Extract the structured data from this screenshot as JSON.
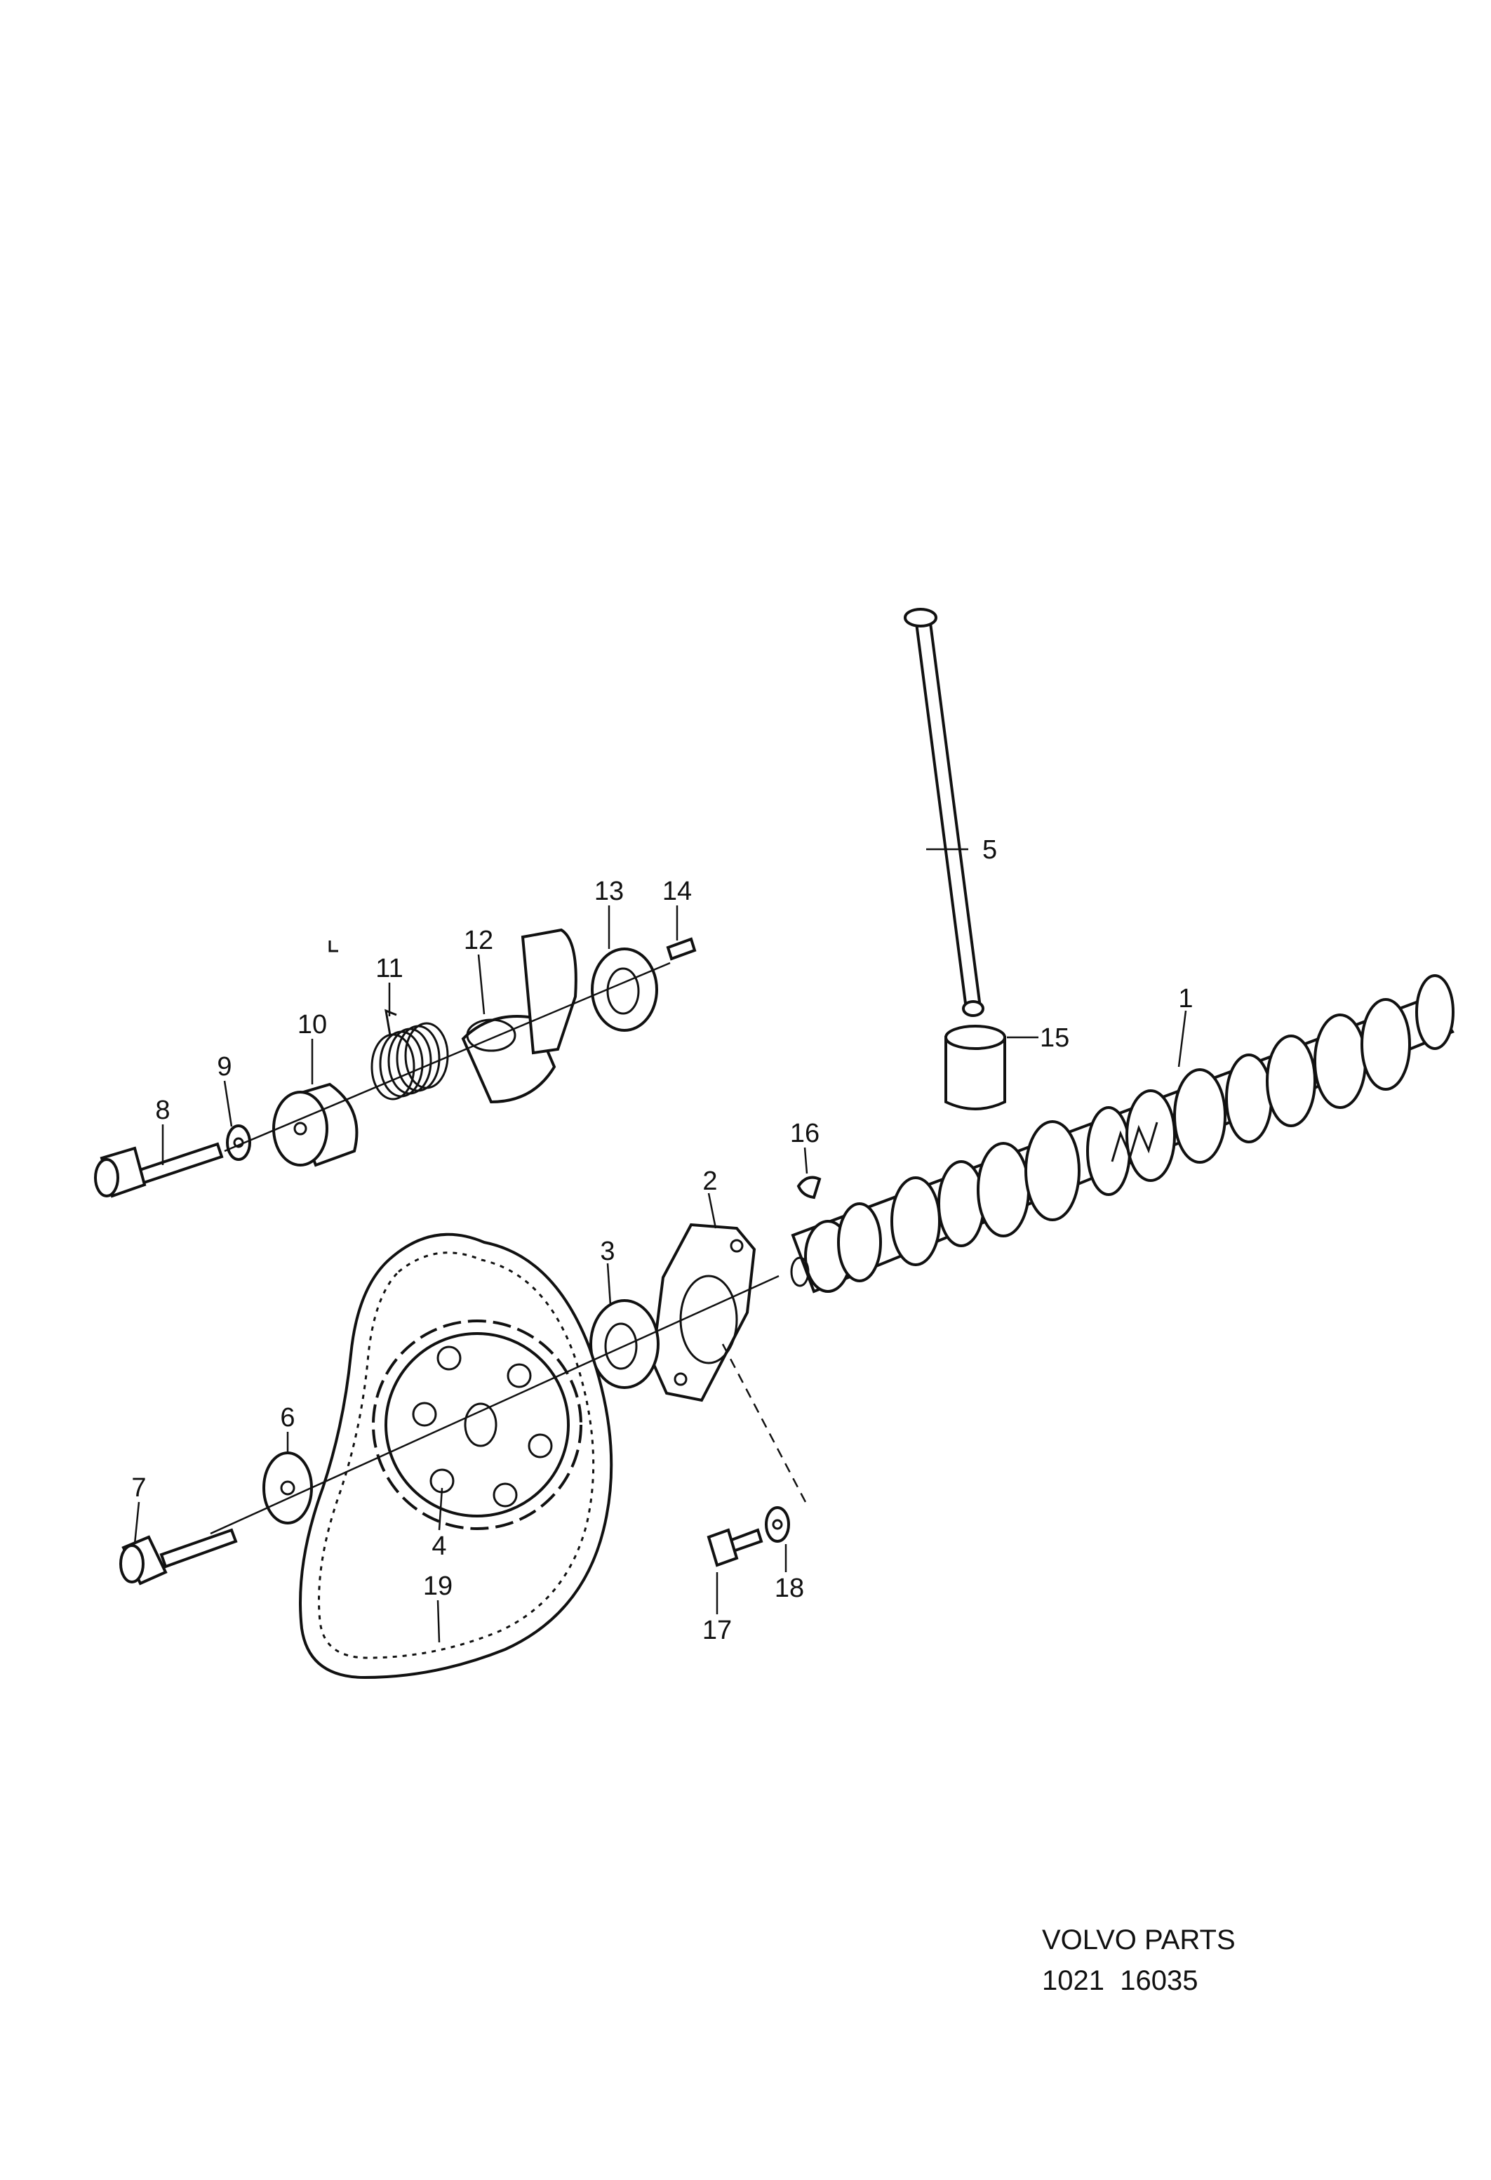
{
  "callouts": {
    "c1": "1",
    "c2": "2",
    "c3": "3",
    "c4": "4",
    "c5": "5",
    "c6": "6",
    "c7": "7",
    "c8": "8",
    "c9": "9",
    "c10": "10",
    "c11": "11",
    "c12": "12",
    "c13": "13",
    "c14": "14",
    "c15": "15",
    "c16": "16",
    "c17": "17",
    "c18": "18",
    "c19": "19"
  },
  "footer": {
    "brand": "VOLVO PARTS",
    "code": "1021  16035"
  }
}
